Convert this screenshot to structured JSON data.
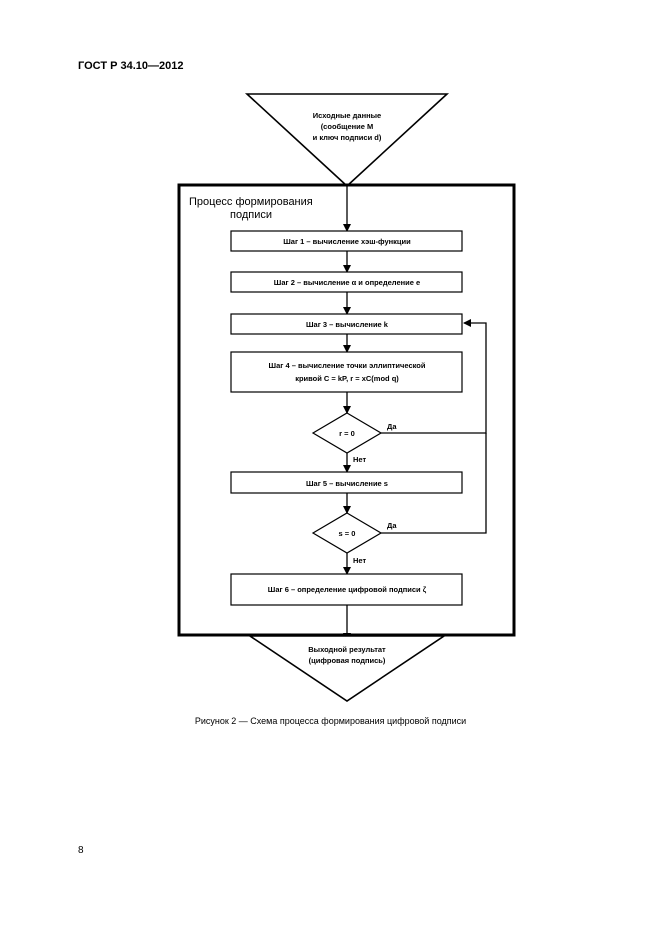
{
  "header": {
    "standard": "ГОСТ Р 34.10—2012"
  },
  "diagram": {
    "input": {
      "line1": "Исходные данные",
      "line2": "(сообщение M",
      "line3": "и ключ подписи d)"
    },
    "process": {
      "line1": "Процесс формирования",
      "line2": "подписи"
    },
    "steps": {
      "step1": "Шаг 1 – вычисление хэш-функции",
      "step2": "Шаг 2 – вычисление α и определение e",
      "step3": "Шаг 3 – вычисление k",
      "step4_line1": "Шаг 4 – вычисление точки эллиптической",
      "step4_line2": "кривой C = kP, r = xC(mod q)",
      "step5": "Шаг 5 – вычисление s",
      "step6": "Шаг 6 – определение цифровой подписи ζ"
    },
    "decisions": {
      "d1": "r = 0",
      "d2": "s = 0"
    },
    "labels": {
      "yes1": "Да",
      "no1": "Нет",
      "yes2": "Да",
      "no2": "Нет"
    },
    "output": {
      "line1": "Выходной результат",
      "line2": "(цифровая подпись)"
    }
  },
  "caption": "Рисунок 2 — Схема процесса формирования цифровой подписи",
  "page_number": "8"
}
